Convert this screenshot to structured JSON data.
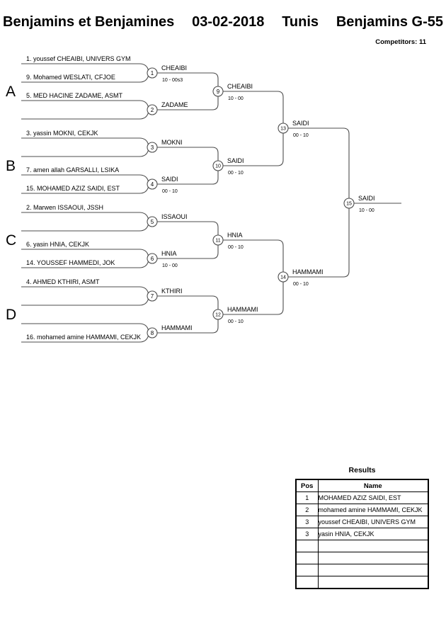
{
  "header": {
    "title_parts": [
      "Benjamins et Benjamines",
      "03-02-2018",
      "Tunis",
      "Benjamins G-55"
    ],
    "competitors": "Competitors: 11"
  },
  "bracket": {
    "groups": [
      "A",
      "B",
      "C",
      "D"
    ],
    "slots": [
      "1. youssef CHEAIBI, UNIVERS GYM",
      "9. Mohamed WESLATI, CFJOE",
      "5. MED HACINE ZADAME, ASMT",
      "",
      "3. yassin MOKNI, CEKJK",
      "",
      "7. amen allah GARSALLI, LSIKA",
      "15. MOHAMED AZIZ SAIDI, EST",
      "2. Marwen ISSAOUI, JSSH",
      "",
      "6. yasin HNIA, CEKJK",
      "14. YOUSSEF HAMMEDI, JOK",
      "4. AHMED KTHIRI, ASMT",
      "",
      "",
      "16. mohamed amine HAMMAMI, CEKJK"
    ],
    "matches": [
      {
        "no": "1",
        "winner": "CHEAIBI",
        "score": "10 - 00s3"
      },
      {
        "no": "2",
        "winner": "ZADAME",
        "score": ""
      },
      {
        "no": "3",
        "winner": "MOKNI",
        "score": ""
      },
      {
        "no": "4",
        "winner": "SAIDI",
        "score": "00 - 10"
      },
      {
        "no": "5",
        "winner": "ISSAOUI",
        "score": ""
      },
      {
        "no": "6",
        "winner": "HNIA",
        "score": "10 - 00"
      },
      {
        "no": "7",
        "winner": "KTHIRI",
        "score": ""
      },
      {
        "no": "8",
        "winner": "HAMMAMI",
        "score": ""
      },
      {
        "no": "9",
        "winner": "CHEAIBI",
        "score": "10 - 00"
      },
      {
        "no": "10",
        "winner": "SAIDI",
        "score": "00 - 10"
      },
      {
        "no": "11",
        "winner": "HNIA",
        "score": "00 - 10"
      },
      {
        "no": "12",
        "winner": "HAMMAMI",
        "score": "00 - 10"
      },
      {
        "no": "13",
        "winner": "SAIDI",
        "score": "00 - 10"
      },
      {
        "no": "14",
        "winner": "HAMMAMI",
        "score": "00 - 10"
      },
      {
        "no": "15",
        "winner": "SAIDI",
        "score": "10 - 00"
      }
    ]
  },
  "results": {
    "title": "Results",
    "columns": [
      "Pos",
      "Name"
    ],
    "rows": [
      {
        "pos": "1",
        "name": "MOHAMED AZIZ SAIDI, EST"
      },
      {
        "pos": "2",
        "name": "mohamed amine HAMMAMI, CEKJK"
      },
      {
        "pos": "3",
        "name": "youssef CHEAIBI, UNIVERS GYM"
      },
      {
        "pos": "3",
        "name": "yasin HNIA, CEKJK"
      },
      {
        "pos": "",
        "name": ""
      },
      {
        "pos": "",
        "name": ""
      },
      {
        "pos": "",
        "name": ""
      },
      {
        "pos": "",
        "name": ""
      }
    ]
  }
}
